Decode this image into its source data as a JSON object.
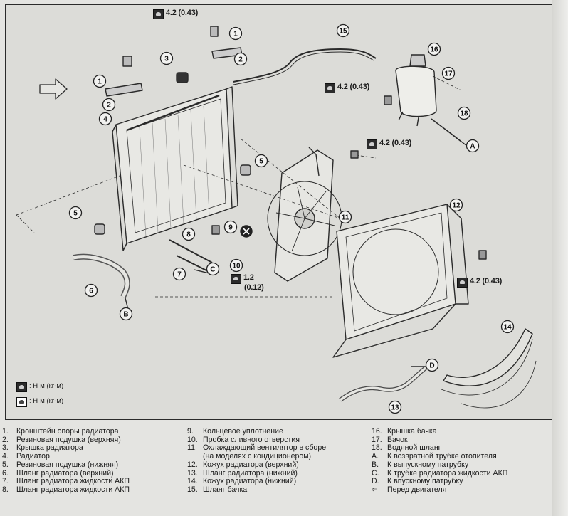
{
  "diagram": {
    "callouts": [
      "1",
      "2",
      "3",
      "4",
      "5",
      "6",
      "7",
      "8",
      "9",
      "10",
      "11",
      "12",
      "13",
      "14",
      "15",
      "16",
      "17",
      "18",
      "A",
      "B",
      "C",
      "D"
    ],
    "torque_values": {
      "top": "4.2 (0.43)",
      "reservoir": "4.2 (0.43)",
      "fan": "4.2 (0.43)",
      "shroud": "4.2 (0.43)",
      "drain_a": "1.2",
      "drain_b": "(0.12)"
    },
    "torque_key": [
      {
        "icon": "torque-wrench-icon",
        "text": ": Н·м (кг-м)"
      },
      {
        "icon": "torque-wrench-open-icon",
        "text": ": Н·м (кг-м)"
      }
    ]
  },
  "legend": {
    "col1": [
      {
        "n": "1.",
        "t": "Кронштейн опоры радиатора"
      },
      {
        "n": "2.",
        "t": "Резиновая подушка (верхняя)"
      },
      {
        "n": "3.",
        "t": "Крышка радиатора"
      },
      {
        "n": "4.",
        "t": "Радиатор"
      },
      {
        "n": "5.",
        "t": "Резиновая подушка (нижняя)"
      },
      {
        "n": "6.",
        "t": "Шланг радиатора (верхний)"
      },
      {
        "n": "7.",
        "t": "Шланг радиатора жидкости АКП"
      },
      {
        "n": "8.",
        "t": "Шланг радиатора жидкости АКП"
      }
    ],
    "col2": [
      {
        "n": "9.",
        "t": "Кольцевое уплотнение"
      },
      {
        "n": "10.",
        "t": "Пробка сливного отверстия"
      },
      {
        "n": "11.",
        "t": "Охлаждающий вентилятор в сборе"
      },
      {
        "n": "",
        "t": "(на моделях с кондиционером)"
      },
      {
        "n": "12.",
        "t": "Кожух радиатора (верхний)"
      },
      {
        "n": "13.",
        "t": "Шланг радиатора (нижний)"
      },
      {
        "n": "14.",
        "t": "Кожух радиатора (нижний)"
      },
      {
        "n": "15.",
        "t": "Шланг бачка"
      }
    ],
    "col3": [
      {
        "n": "16.",
        "t": "Крышка бачка"
      },
      {
        "n": "17.",
        "t": "Бачок"
      },
      {
        "n": "18.",
        "t": "Водяной шланг"
      },
      {
        "n": "A.",
        "t": "К возвратной трубке отопителя"
      },
      {
        "n": "B.",
        "t": "К выпускному патрубку"
      },
      {
        "n": "C.",
        "t": "К трубке радиатора жидкости АКП"
      },
      {
        "n": "D.",
        "t": "К впускному патрубку"
      },
      {
        "n": "⇦",
        "t": "Перед двигателя"
      }
    ]
  }
}
